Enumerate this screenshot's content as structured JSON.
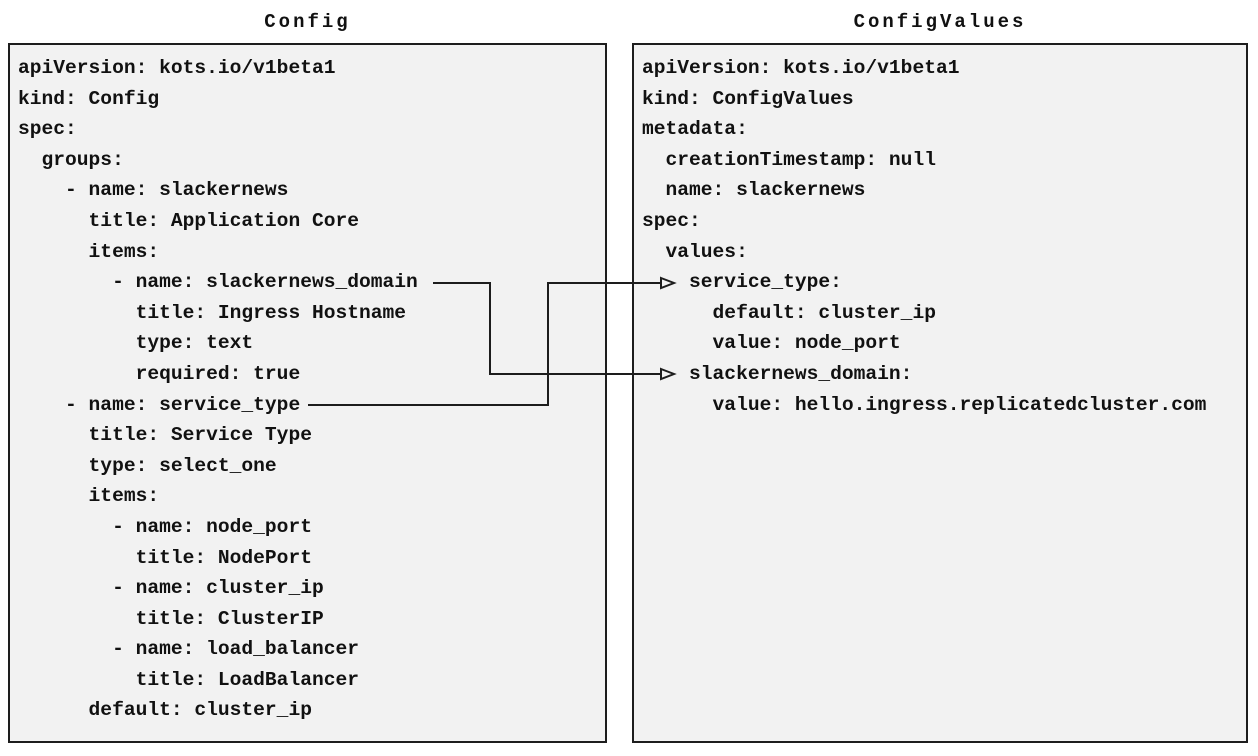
{
  "diagram": {
    "left_panel": {
      "title": "Config",
      "lines": [
        "apiVersion: kots.io/v1beta1",
        "kind: Config",
        "spec:",
        "  groups:",
        "    - name: slackernews",
        "      title: Application Core",
        "      items:",
        "        - name: slackernews_domain",
        "          title: Ingress Hostname",
        "          type: text",
        "          required: true",
        "    - name: service_type",
        "      title: Service Type",
        "      type: select_one",
        "      items:",
        "        - name: node_port",
        "          title: NodePort",
        "        - name: cluster_ip",
        "          title: ClusterIP",
        "        - name: load_balancer",
        "          title: LoadBalancer",
        "      default: cluster_ip"
      ]
    },
    "right_panel": {
      "title": "ConfigValues",
      "lines": [
        "apiVersion: kots.io/v1beta1",
        "kind: ConfigValues",
        "metadata:",
        "  creationTimestamp: null",
        "  name: slackernews",
        "spec:",
        "  values:",
        "    service_type:",
        "      default: cluster_ip",
        "      value: node_port",
        "    slackernews_domain:",
        "      value: hello.ingress.replicatedcluster.com"
      ]
    },
    "connections": [
      {
        "from_panel": "Config",
        "from": "slackernews_domain",
        "to_panel": "ConfigValues",
        "to": "slackernews_domain"
      },
      {
        "from_panel": "Config",
        "from": "service_type",
        "to_panel": "ConfigValues",
        "to": "service_type"
      }
    ]
  },
  "colors": {
    "panel_background": "#f2f2f2",
    "panel_border": "#1d1d1d",
    "text": "#111111",
    "connector": "#1d1d1d"
  }
}
